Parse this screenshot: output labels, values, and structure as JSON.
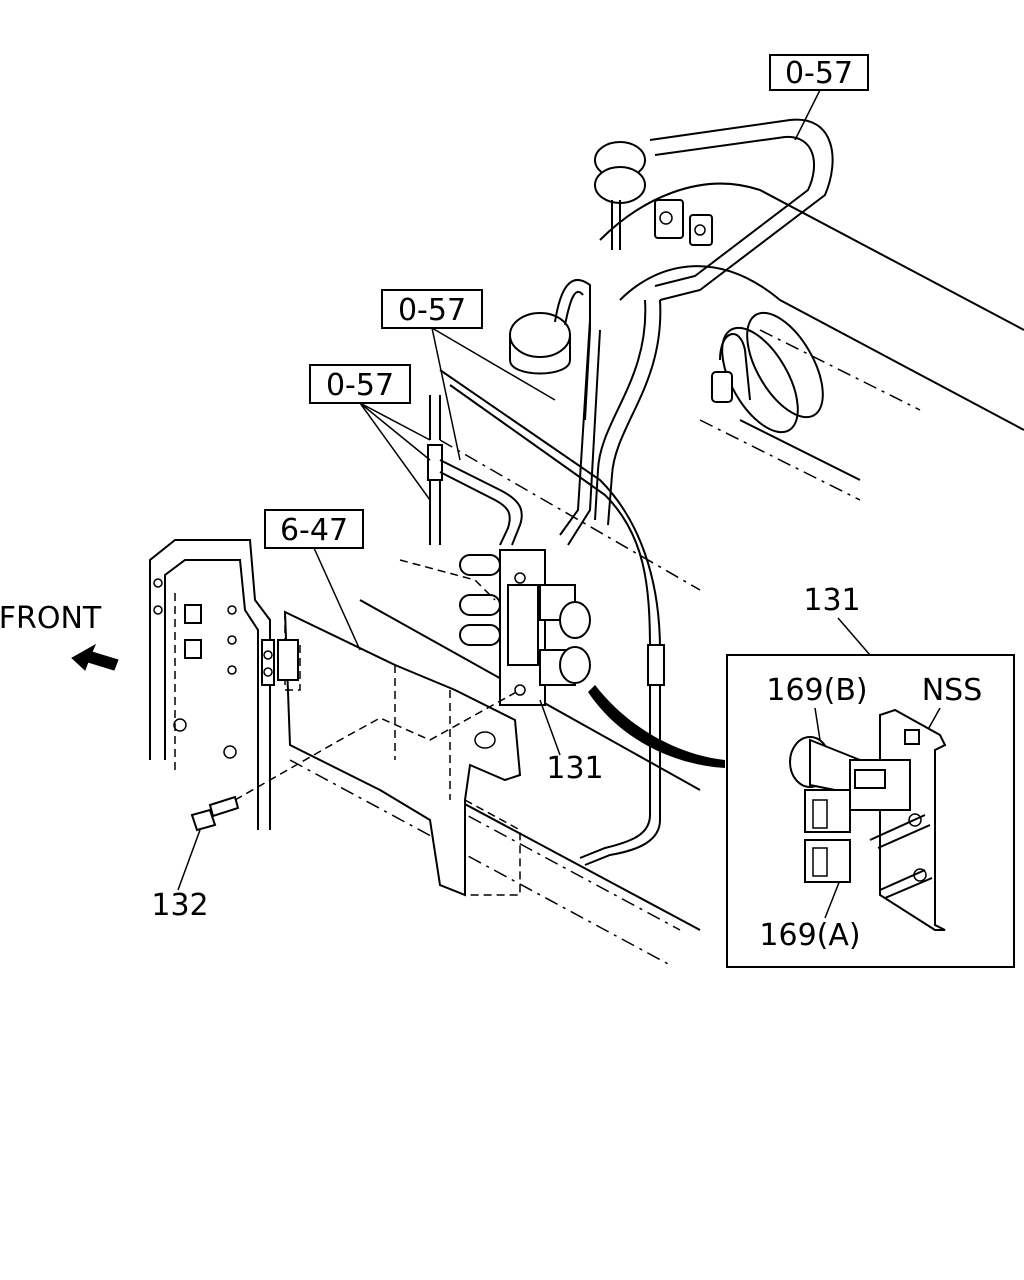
{
  "refs": {
    "ref_top": "0-57",
    "ref_mid": "0-57",
    "ref_left": "0-57",
    "ref_bracket": "6-47"
  },
  "labels": {
    "front": "FRONT",
    "part_131_main": "131",
    "part_131_inset": "131",
    "part_132": "132",
    "part_169b": "169(B)",
    "part_169a": "169(A)",
    "nss": "NSS"
  }
}
